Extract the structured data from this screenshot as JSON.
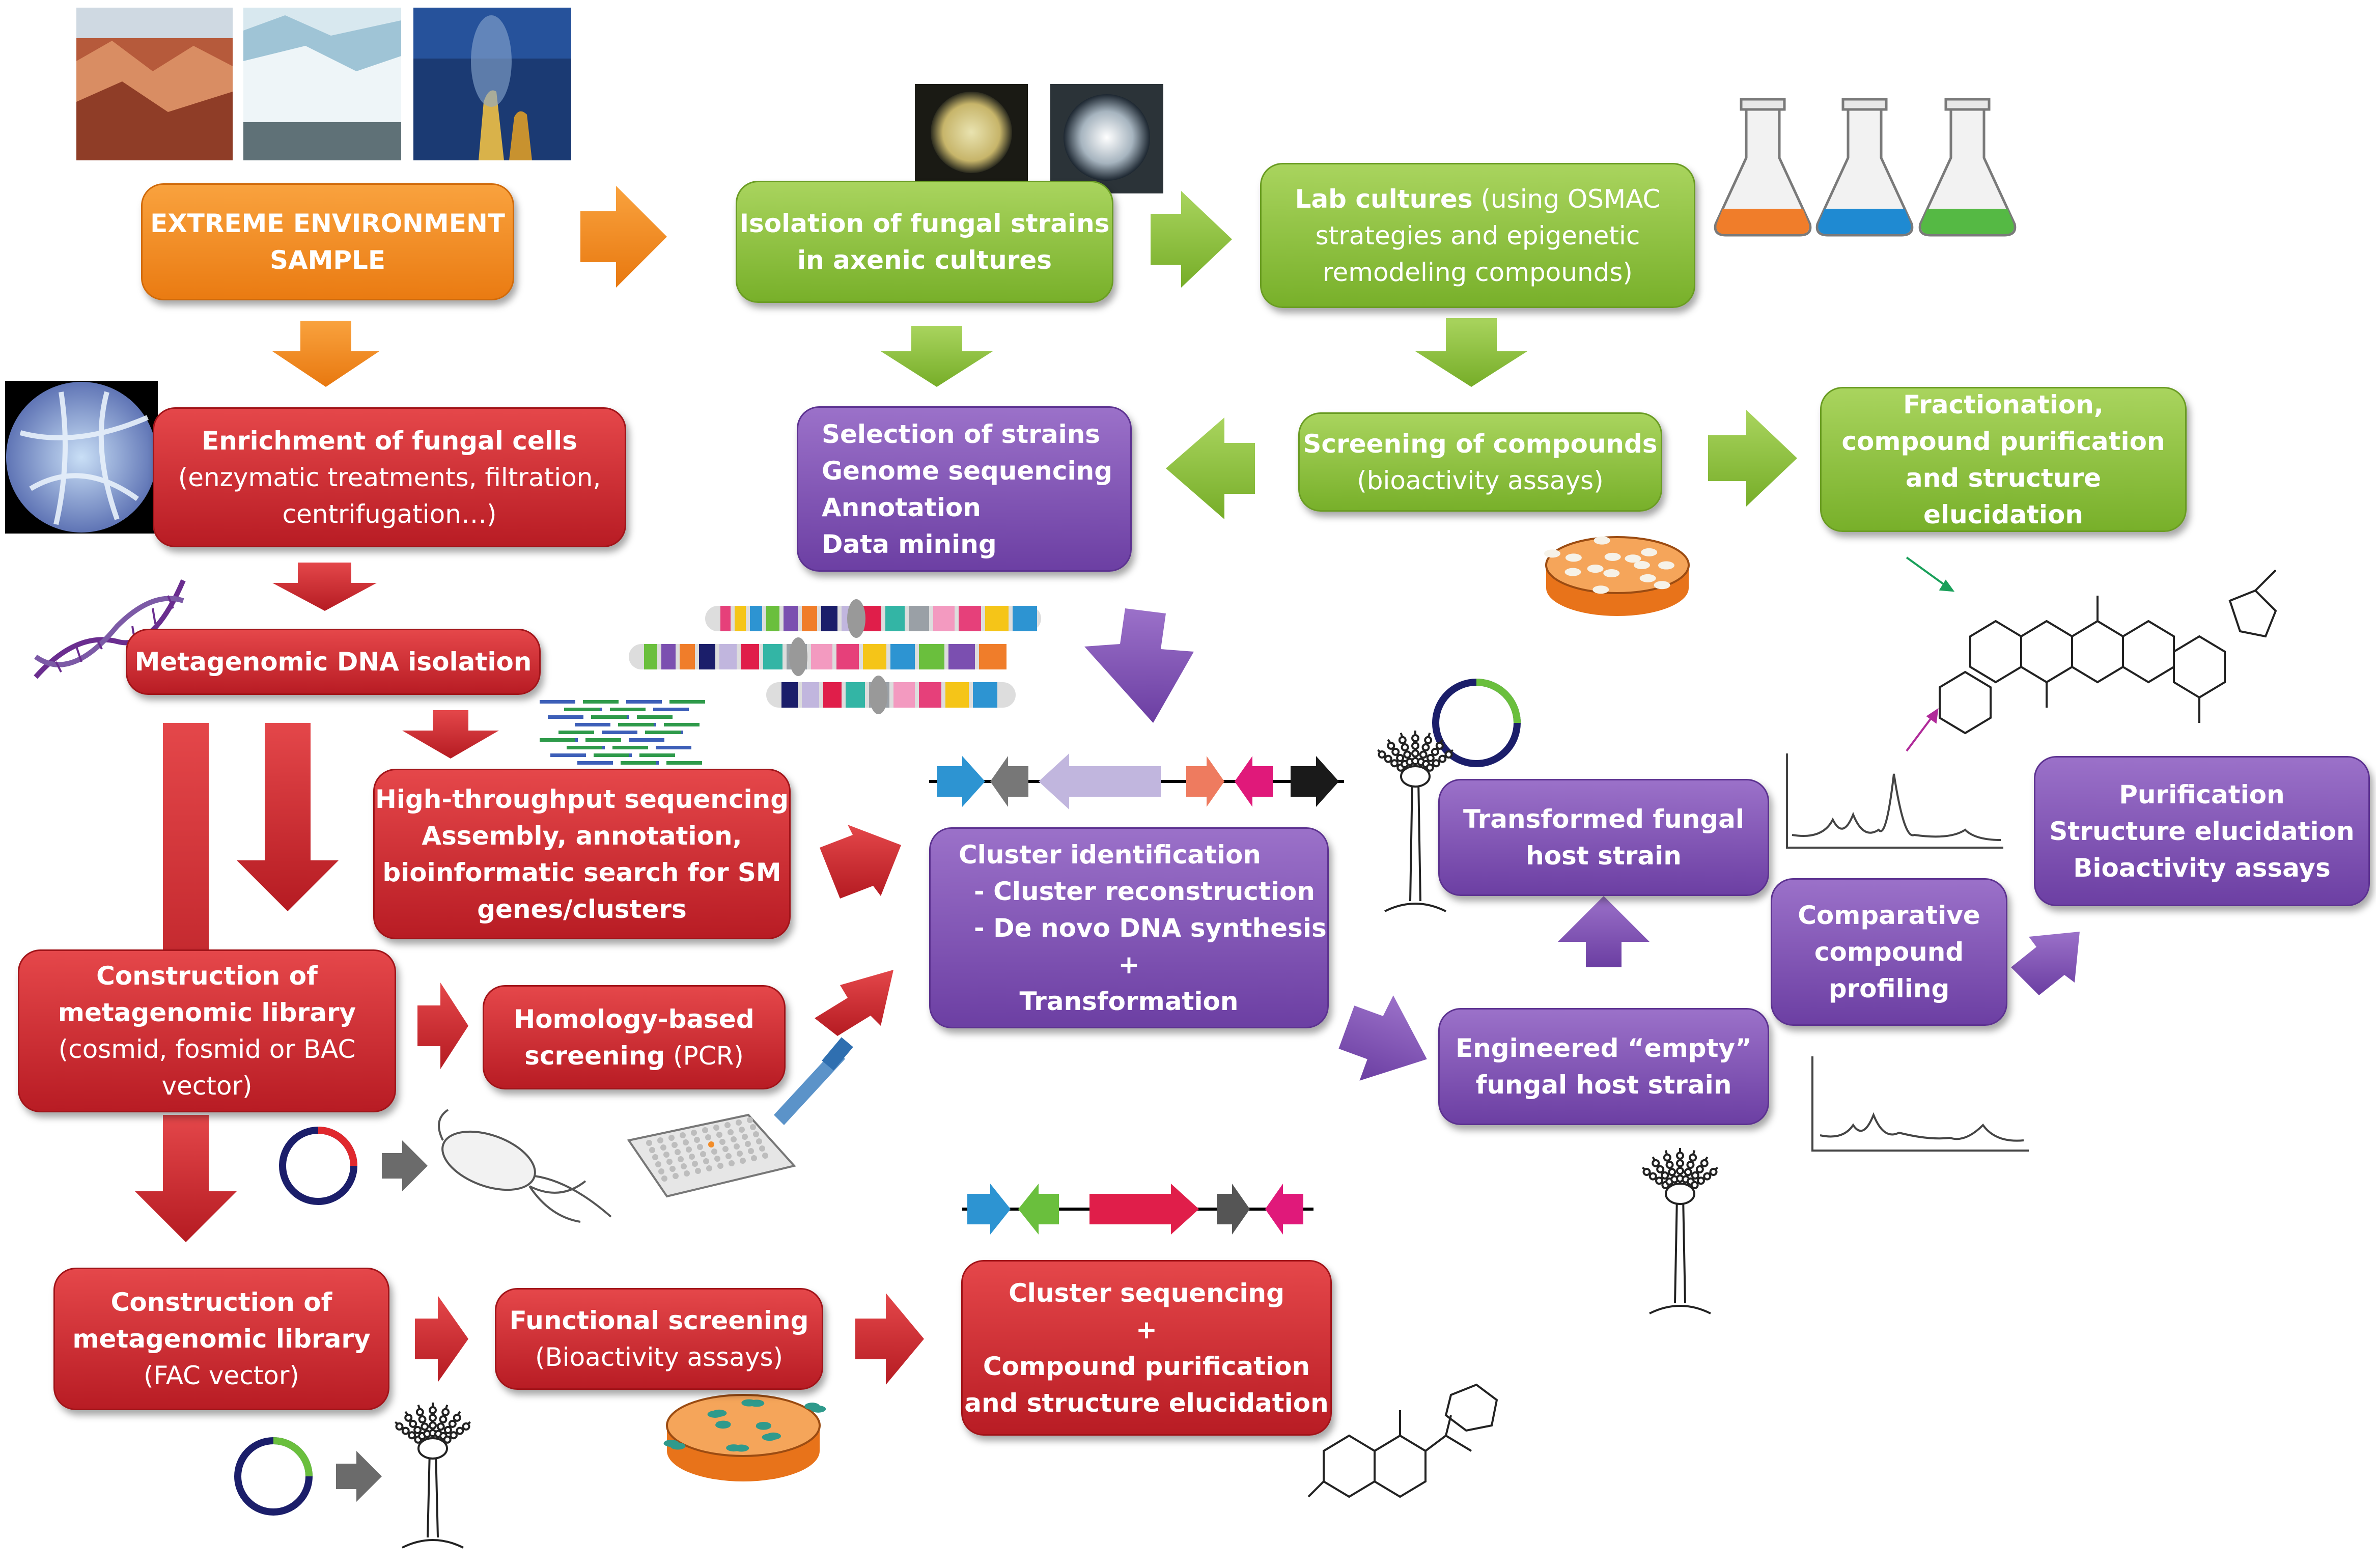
{
  "colors": {
    "orange": "#f39322",
    "red": "#c9282d",
    "green": "#8cc63f",
    "purple": "#7b4fb0"
  },
  "boxes": {
    "extreme": {
      "line1": "EXTREME ENVIRONMENT",
      "line2": "SAMPLE"
    },
    "enrichment": {
      "title": "Enrichment of fungal cells",
      "line2": "(enzymatic treatments, filtration,",
      "line3": "centrifugation…)"
    },
    "metagenomic_dna": {
      "title": "Metagenomic DNA isolation"
    },
    "hts": {
      "line1": "High-throughput sequencing",
      "line2": "Assembly, annotation,",
      "line3": "bioinformatic search for SM",
      "line4": "genes/clusters"
    },
    "construction1": {
      "line1": "Construction of",
      "line2": "metagenomic library",
      "line3": "(cosmid, fosmid or BAC",
      "line4": "vector)"
    },
    "homology": {
      "line1": "Homology-based",
      "line2a": "screening",
      "line2b": " (PCR)"
    },
    "construction2": {
      "line1": "Construction of",
      "line2": "metagenomic library",
      "line3": "(FAC vector)"
    },
    "functional": {
      "line1": "Functional screening",
      "line2": "(Bioactivity assays)"
    },
    "cluster_seq": {
      "line1": "Cluster sequencing",
      "line2": "+",
      "line3": "Compound purification",
      "line4": "and structure elucidation"
    },
    "isolation": {
      "line1": "Isolation of fungal strains",
      "line2": "in axenic cultures"
    },
    "lab": {
      "line1a": "Lab cultures",
      "line1b": " (using OSMAC",
      "line2": "strategies and epigenetic",
      "line3": "remodeling compounds)"
    },
    "selection": {
      "line1": "Selection of strains",
      "line2": "Genome sequencing",
      "line3": "Annotation",
      "line4": "Data mining"
    },
    "screening": {
      "line1": "Screening of compounds",
      "line2": "(bioactivity assays)"
    },
    "fractionation": {
      "line1": "Fractionation,",
      "line2": "compound purification",
      "line3": "and structure",
      "line4": "elucidation"
    },
    "cluster_id": {
      "line1": "Cluster identification",
      "line2": "- Cluster reconstruction",
      "line3": "- De novo DNA synthesis",
      "line4": "+",
      "line5": "Transformation"
    },
    "transformed": {
      "line1": "Transformed fungal",
      "line2": "host strain"
    },
    "engineered": {
      "line1": "Engineered “empty”",
      "line2": "fungal host strain"
    },
    "comparative": {
      "line1": "Comparative",
      "line2": "compound",
      "line3": "profiling"
    },
    "purification": {
      "line1": "Purification",
      "line2": "Structure elucidation",
      "line3": "Bioactivity assays"
    }
  },
  "illustrations": {
    "environment_photos": "landscape-photos-icon",
    "fungal_colonies": "colony-photos-icon",
    "flasks": "erlenmeyer-flask-icon",
    "hyphae": "hyphae-microscopy-icon",
    "dna": "dna-helix-icon",
    "petri": "petri-dish-icon",
    "chromatogram": "chromatogram-icon",
    "aspergillus": "conidiophore-icon",
    "plasmid": "plasmid-ring-icon",
    "molecule": "chemical-structure-icon"
  }
}
